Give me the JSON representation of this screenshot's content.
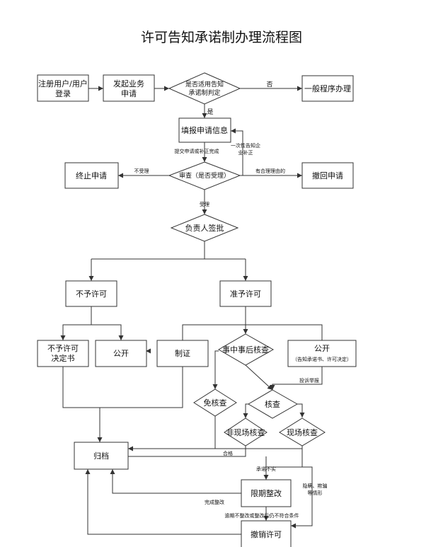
{
  "title": "许可告知承诺制办理流程图",
  "nodes": {
    "register": [
      "注册用户/用户",
      "登录"
    ],
    "initiate": [
      "发起业务",
      "申请"
    ],
    "judge": [
      "是否适用告知",
      "承诺制判定"
    ],
    "general": [
      "一般程序办理"
    ],
    "fill": [
      "填报申请信息"
    ],
    "review": [
      "审查（是否受理）"
    ],
    "terminate": [
      "终止申请"
    ],
    "withdraw": [
      "撤回申请"
    ],
    "sign": [
      "负责人签批"
    ],
    "deny": [
      "不予许可"
    ],
    "approve": [
      "准予许可"
    ],
    "deny_doc": [
      "不予许可",
      "决定书"
    ],
    "publish_left": [
      "公开"
    ],
    "certify": [
      "制证"
    ],
    "midcheck": [
      "事中事后核查"
    ],
    "publish_right": [
      "公开",
      "（告知承诺书、许可决定）"
    ],
    "exempt": [
      "免核查"
    ],
    "check": [
      "核查"
    ],
    "offsite": [
      "非现场核查"
    ],
    "onsite": [
      "现场核查"
    ],
    "archive": [
      "归档"
    ],
    "rectify": [
      "限期整改"
    ],
    "revoke": [
      "撤销许可"
    ]
  },
  "labels": {
    "no": "否",
    "yes": "是",
    "submit": "提交申请或补正完成",
    "notify": [
      "一次性告知企",
      "业补正"
    ],
    "not_accepted": "不受理",
    "reasonable": "有合理理由的",
    "accepted": "受理",
    "complaint": "投诉举报",
    "pass": "合格",
    "not_true": "承诺不实",
    "conceal": [
      "隐瞒、欺骗",
      "等情形"
    ],
    "done": "完成整改",
    "overdue": "逾期不整改或整改后仍不符合条件"
  }
}
